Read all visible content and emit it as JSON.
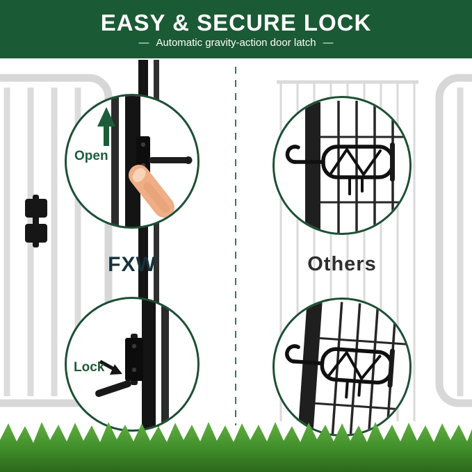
{
  "banner": {
    "title": "EASY & SECURE LOCK",
    "subtitle_dash": "—",
    "subtitle": "Automatic gravity-action door latch"
  },
  "comparison": {
    "fxw": {
      "label": "FXW",
      "annotations": {
        "open": "Open",
        "lock": "Lock"
      }
    },
    "others": {
      "label": "Others"
    }
  },
  "colors": {
    "banner_green": "#1a5a34",
    "accent_green": "#1d5c3a",
    "divider_green": "#2e7d4c",
    "circle_border": "#1d4f35",
    "brand_text": "#16323c",
    "others_text": "#2e2e2e",
    "grass_light": "#58a63b",
    "grass_dark": "#2e6f1f",
    "metal_black": "#151515",
    "fence_gray": "#d7d7d7",
    "skin": "#efae85"
  }
}
